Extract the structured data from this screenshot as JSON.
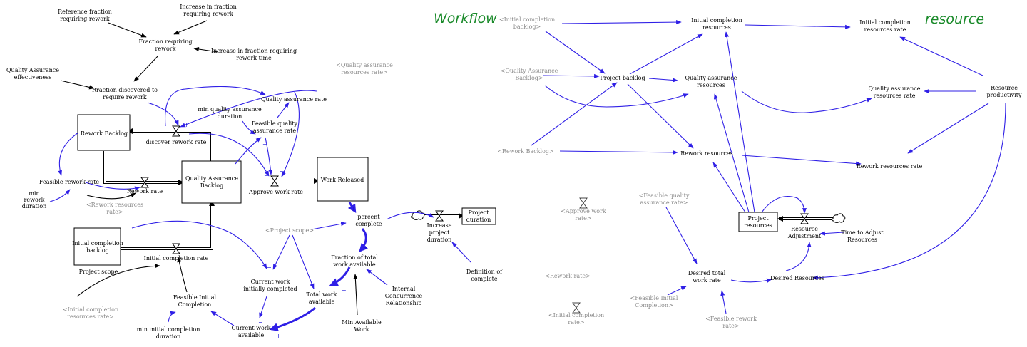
{
  "titles": {
    "workflow": "Workflow",
    "resource": "resource"
  },
  "colors": {
    "link": "#2f1fe6",
    "title": "#1a8a2a",
    "shadow": "#8a8a8a"
  },
  "workflow": {
    "stocks": {
      "rework_backlog": "Rework Backlog",
      "qa_backlog": [
        "Quality Assurance",
        "Backlog"
      ],
      "work_released": "Work Released",
      "initial_backlog": [
        "Initial completion",
        "backlog"
      ],
      "project_duration": [
        "Project",
        "duration"
      ]
    },
    "vars": {
      "ref_fraction": [
        "Reference fraction",
        "requiring rework"
      ],
      "increase_fraction": [
        "Increase in fraction",
        "requiring rework"
      ],
      "fraction_requiring": [
        "Fraction requiring",
        "rework"
      ],
      "increase_fraction_time": [
        "Increase in fraction requiring",
        "rework time"
      ],
      "qa_effectiveness": [
        "Quality Assurance",
        "effectiveness"
      ],
      "fraction_discovered": [
        "Rraction discovered to",
        "require rework"
      ],
      "qa_rate": "Quality assurance rate",
      "min_qa_duration": [
        "min quality assurance",
        "duration"
      ],
      "feasible_qa_rate": [
        "Feasible quality",
        "assurance rate"
      ],
      "discover_rework_rate": "discover rework rate",
      "feasible_rework_rate": "Feasible rework rate",
      "min_rework_duration": [
        "min",
        "rework",
        "duration"
      ],
      "rework_rate": "Rework rate",
      "approve_work_rate": "Approve work rate",
      "percent_complete": [
        "percent",
        "complete"
      ],
      "increase_project_duration": [
        "Increase",
        "project",
        "duration"
      ],
      "initial_completion_rate": "Initial completion rate",
      "project_scope": "Project scope",
      "current_work_initially_completed": [
        "Current work",
        "initially completed"
      ],
      "fraction_total_work": [
        "Fraction of total",
        "work available"
      ],
      "total_work_available": [
        "Total work",
        "available"
      ],
      "internal_concurrence": [
        "Internal",
        "Concurrence",
        "Relationship"
      ],
      "definition_complete": [
        "Definition of",
        "complete"
      ],
      "feasible_initial_completion": [
        "Feasible Initial",
        "Completion"
      ],
      "current_work_available": [
        "Current work",
        "available"
      ],
      "min_initial_completion_duration": [
        "min initial completion",
        "duration"
      ],
      "min_available_work": [
        "Min Available",
        "Work"
      ]
    },
    "shadows": {
      "qa_resources_rate": [
        "<Quality assurance",
        "resources rate>"
      ],
      "rework_resources_rate": [
        "<Rework resources",
        "rate>"
      ],
      "project_scope": "<Project scope>",
      "initial_completion_resources_rate": [
        "<Initial completion",
        "resources rate>"
      ]
    }
  },
  "resource": {
    "shadows": {
      "initial_completion_backlog": [
        "<Initial completion",
        "backlog>"
      ],
      "qa_backlog": [
        "<Quality Assurance",
        "Backlog>"
      ],
      "rework_backlog": "<Rework Backlog>",
      "approve_work_rate": [
        "<Approve work",
        "rate>"
      ],
      "feasible_qa_rate": [
        "<Feasible quality",
        "assurance rate>"
      ],
      "rework_rate": "<Rework rate>",
      "initial_completion_rate": [
        "<Initial completion",
        "rate>"
      ],
      "feasible_initial_completion": [
        "<Feasible Initial",
        "Completion>"
      ],
      "feasible_rework_rate": [
        "<Feasible rework",
        "rate>"
      ]
    },
    "vars": {
      "initial_completion_resources": [
        "Initial completion",
        "resources"
      ],
      "initial_completion_resources_rate": [
        "Initial completion",
        "resources rate"
      ],
      "project_backlog": "Project backlog",
      "qa_resources": [
        "Quality assurance",
        "resources"
      ],
      "qa_resources_rate": [
        "Quality assurance",
        "resources rate"
      ],
      "resource_productivity": [
        "Resource",
        "productivity"
      ],
      "rework_resources": "Rework resources",
      "rework_resources_rate": "Rework resources rate",
      "resource_adjustment": [
        "Resource",
        "Adjustment"
      ],
      "time_to_adjust": [
        "Time to Adjust",
        "Resources"
      ],
      "desired_total_work_rate": [
        "Desired total",
        "work rate"
      ],
      "desired_resources": "Desired Resources"
    },
    "stocks": {
      "project_resources": [
        "Project",
        "resources"
      ]
    }
  }
}
